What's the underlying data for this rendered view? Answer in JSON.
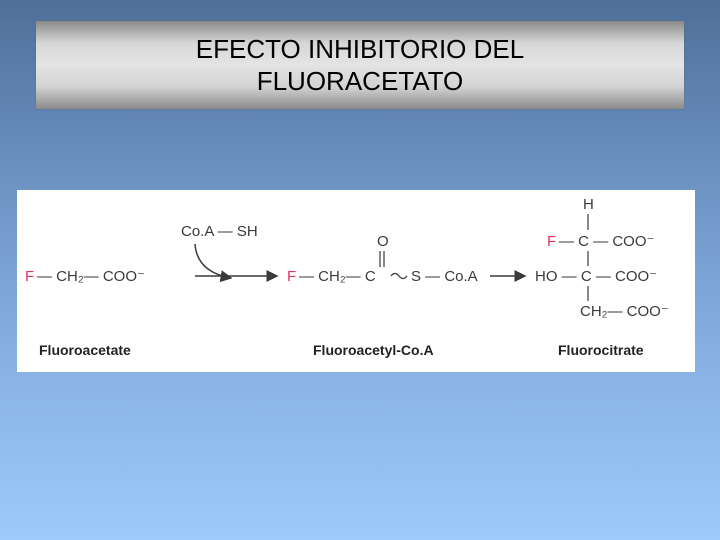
{
  "title": {
    "line1": "EFECTO INHIBITORIO DEL",
    "line2": "FLUORACETATO"
  },
  "diagram": {
    "reagent": "Co.A — SH",
    "fluoroacetate": {
      "f": "F",
      "rest": "— CH₂— COO⁻",
      "label": "Fluoroacetate"
    },
    "fluoroacetyl_coa": {
      "f": "F",
      "chain": "— CH₂— C",
      "carbonyl_o": "O",
      "thioester": "S — Co.A",
      "label": "Fluoroacetyl-Co.A"
    },
    "fluorocitrate": {
      "h": "H",
      "f": "F",
      "c1": "— C — COO⁻",
      "ho": "HO — C — COO⁻",
      "ch2": "CH₂— COO⁻",
      "label": "Fluorocitrate"
    },
    "colors": {
      "fluorine": "#e0345a",
      "ink": "#3a3a3a"
    }
  }
}
